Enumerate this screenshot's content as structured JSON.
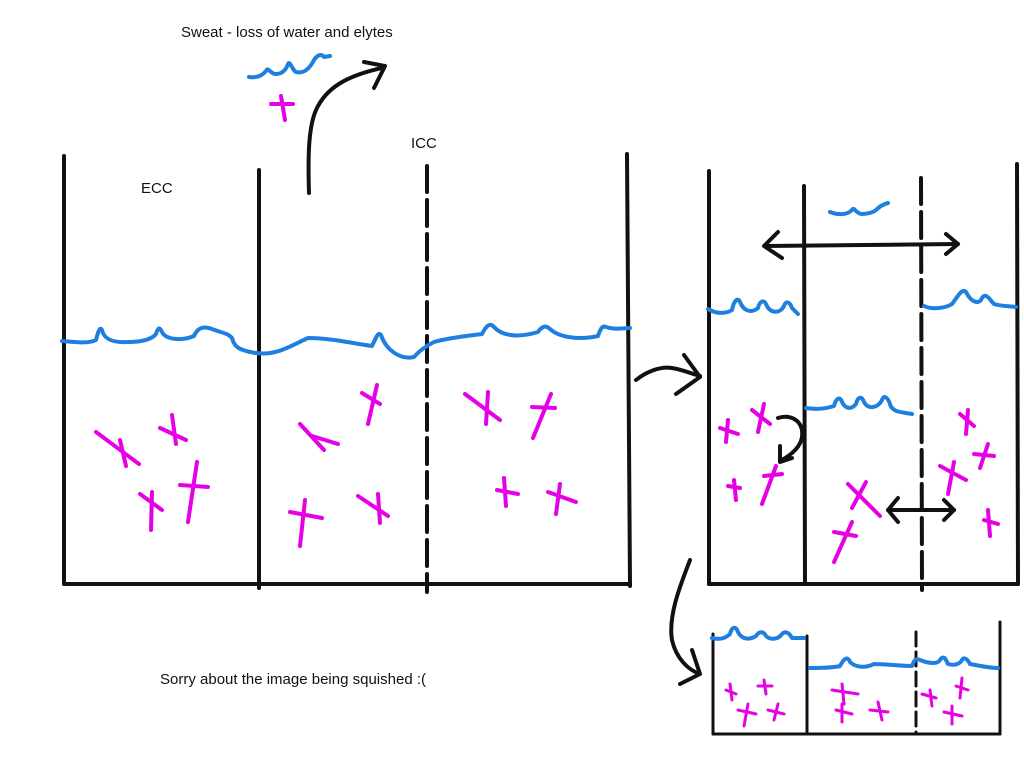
{
  "labels": {
    "sweat": "Sweat - loss of water and elytes",
    "icc": "ICC",
    "ecc": "ECC",
    "note": "Sorry about the image being squished :("
  },
  "colors": {
    "ink": "#111111",
    "water": "#1f7fe0",
    "solute": "#e600e6",
    "background": "#ffffff"
  },
  "icons": {
    "arrow_head": "arrow-icon",
    "double_arrow": "double-arrow-icon"
  }
}
